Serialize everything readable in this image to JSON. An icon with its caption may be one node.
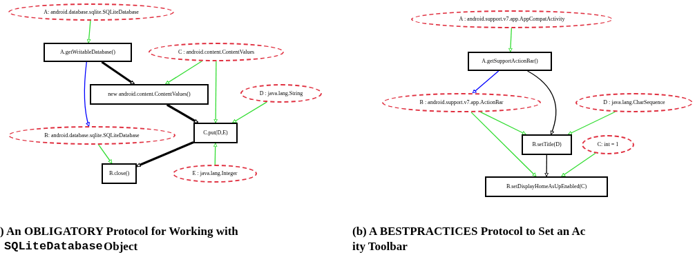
{
  "diagram": {
    "nodes": [
      {
        "text": [
          "A: android.database.sqlite.SQLiteDatabase"
        ]
      },
      {
        "text": [
          "A.getWritableDatabase()"
        ]
      },
      {
        "text": [
          "C : android.content.ContentValues"
        ]
      },
      {
        "text": [
          "new android.content.ContentValues()"
        ]
      },
      {
        "text": [
          "D : java.lang.String"
        ]
      },
      {
        "text": [
          "B: android.database.sqlite.SQLiteDatabase"
        ]
      },
      {
        "text": [
          "C.put(D,E)"
        ]
      },
      {
        "text": [
          "B.close()"
        ]
      },
      {
        "text": [
          "E : java.lang.Integer"
        ]
      },
      {
        "text": [
          "A : android.support.v7.app.AppCompatActivity"
        ]
      },
      {
        "text": [
          "A.getSupportActionBar()"
        ]
      },
      {
        "text": [
          "B : android.support.v7.app.ActionBar"
        ]
      },
      {
        "text": [
          "D : java.lang.CharSequence"
        ]
      },
      {
        "text": [
          "B.setTitle(D)"
        ]
      },
      {
        "text": [
          "C: int = 1"
        ]
      },
      {
        "text": [
          "B.setDisplayHomeAsUpEnabled(C)"
        ]
      }
    ],
    "edges": [
      {
        "from": 0,
        "to": 1,
        "arrow": "to"
      },
      {
        "from": 1,
        "to": 3,
        "arrow": "to",
        "style": "thick",
        "color": "#000000"
      },
      {
        "from": 1,
        "to": 5,
        "arrow": "to",
        "color": "#0000ff"
      },
      {
        "from": 2,
        "to": 3,
        "arrow": "to"
      },
      {
        "from": 2,
        "to": 6,
        "arrow": "to"
      },
      {
        "from": 4,
        "to": 6,
        "arrow": "to"
      },
      {
        "from": 3,
        "to": 6,
        "arrow": "to",
        "style": "thick",
        "color": "#000000"
      },
      {
        "from": 8,
        "to": 6,
        "arrow": "to"
      },
      {
        "from": 5,
        "to": 7,
        "arrow": "to"
      },
      {
        "from": 6,
        "to": 7,
        "arrow": "to",
        "style": "thick",
        "color": "#000000"
      },
      {
        "from": 9,
        "to": 10,
        "arrow": "to"
      },
      {
        "from": 10,
        "to": 11,
        "arrow": "to",
        "color": "#0000ff"
      },
      {
        "from": 10,
        "to": 13,
        "arrow": "to",
        "color": "#000000"
      },
      {
        "from": 11,
        "to": 13,
        "arrow": "to"
      },
      {
        "from": 11,
        "to": 15,
        "arrow": "to"
      },
      {
        "from": 12,
        "to": 13,
        "arrow": "to"
      },
      {
        "from": 13,
        "to": 15,
        "arrow": "to",
        "color": "#000000"
      },
      {
        "from": 14,
        "to": 15,
        "arrow": "to"
      }
    ],
    "labels": [
      ") An OBLIGATORY Protocol for Working with",
      "SQLiteDatabase",
      "Object",
      "(b) A BESTPRACTICES Protocol to Set an Ac",
      "ity Toolbar"
    ]
  }
}
